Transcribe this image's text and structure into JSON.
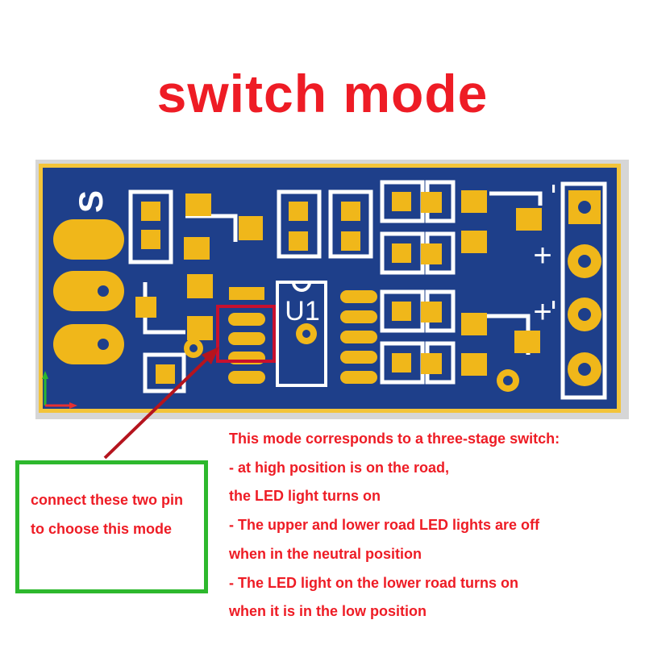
{
  "title": "switch mode",
  "board": {
    "silkscreen_s": "S",
    "chip_label": "U1",
    "plus_1": "+",
    "plus_2": "+",
    "minus_1": "-",
    "minus_2": "-",
    "board_color": "#1e3f8a",
    "pad_color": "#f0b71a",
    "silk_color": "#ffffff",
    "highlight_color": "#c8102e"
  },
  "callout": {
    "line1": "connect these two pin",
    "line2": "to choose this mode",
    "border_color": "#2db82d"
  },
  "description": {
    "lines": [
      "This mode corresponds to a three-stage switch:",
      "- at high position is on the road,",
      "the LED light turns on",
      "- The upper and lower road LED lights are off",
      "when in the neutral position",
      "- The LED light on the lower road turns on",
      "when it is in the low position"
    ]
  },
  "text_color": "#ee1c25"
}
